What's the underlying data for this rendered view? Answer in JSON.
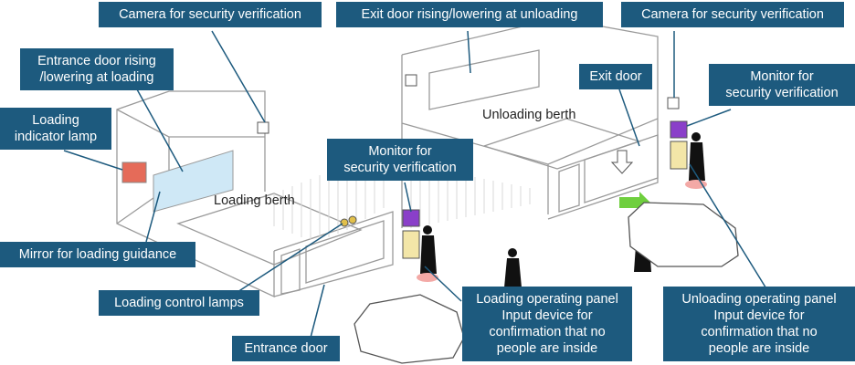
{
  "colors": {
    "callout_bg": "#1d5a7e",
    "callout_text": "#ffffff",
    "lines": "#9a9a9a",
    "leader": "#1d5a7e",
    "monitor": "#8a3fc9",
    "panel": "#f3e6a8",
    "lamp": "#e2c04a",
    "sign": "#e56b59",
    "mirror": "#cfe8f6",
    "arrow": "#6fcf3e",
    "spot": "#f3a9a6"
  },
  "callouts": {
    "camera_left": "Camera for security verification",
    "exit_rising": "Exit door rising/lowering at unloading",
    "camera_right": "Camera for security verification",
    "entrance_rising_1": "Entrance door rising",
    "entrance_rising_2": "/lowering at loading",
    "exit_door": "Exit door",
    "monitor_right_1": "Monitor for",
    "monitor_right_2": "security verification",
    "indicator_lamp_1": "Loading",
    "indicator_lamp_2": "indicator lamp",
    "monitor_mid_1": "Monitor for",
    "monitor_mid_2": "security verification",
    "mirror": "Mirror for loading guidance",
    "control_lamps": "Loading control lamps",
    "entrance_door": "Entrance door",
    "loading_panel_1": "Loading operating panel",
    "loading_panel_2": "Input device for",
    "loading_panel_3": "confirmation that no",
    "loading_panel_4": "people are inside",
    "unloading_panel_1": "Unloading operating panel",
    "unloading_panel_2": "Input device for",
    "unloading_panel_3": "confirmation that no",
    "unloading_panel_4": "people are inside"
  },
  "labels": {
    "loading_berth": "Loading berth",
    "unloading_berth": "Unloading berth"
  }
}
